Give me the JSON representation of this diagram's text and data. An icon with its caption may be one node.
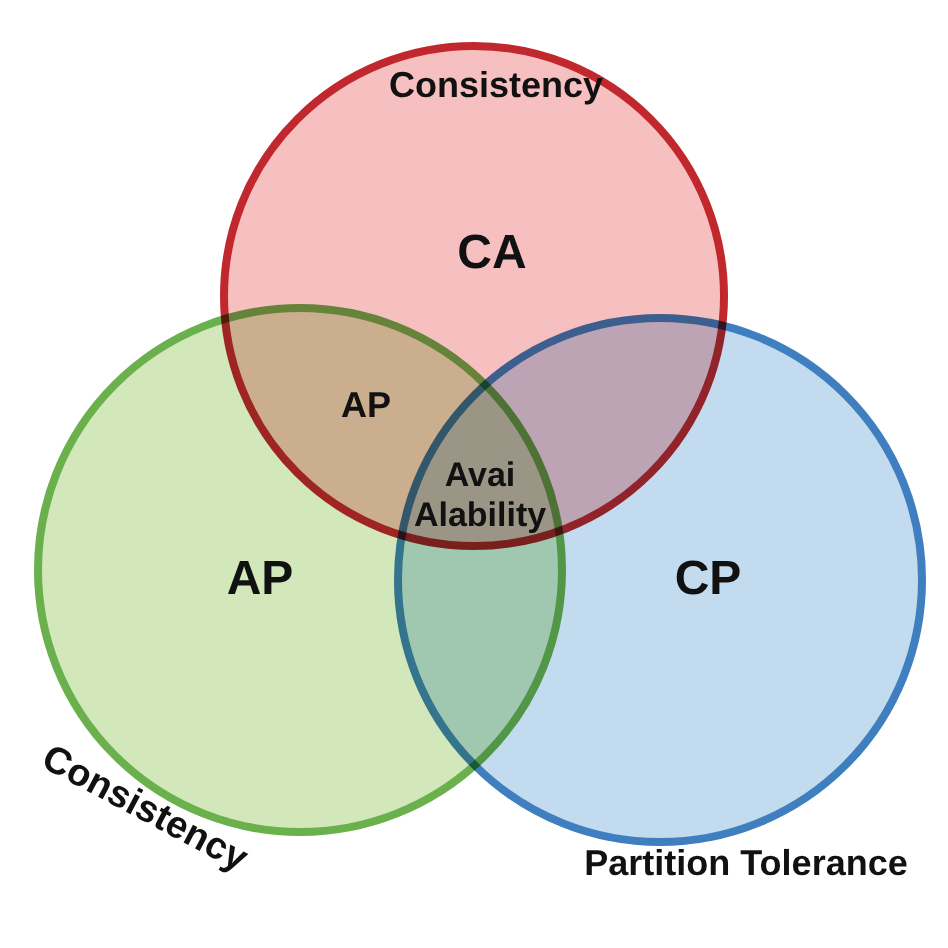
{
  "diagram": {
    "nodes": [
      {
        "text": [
          "Consistency",
          "CA"
        ]
      },
      {
        "text": [
          "AP",
          "Consistency"
        ]
      },
      {
        "text": [
          "CP",
          "Partition Tolerance"
        ]
      }
    ],
    "labels": [
      "AP",
      "Avai Alability"
    ]
  }
}
